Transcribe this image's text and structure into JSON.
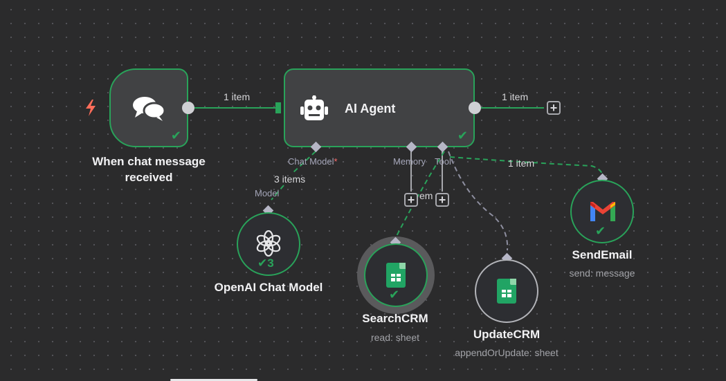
{
  "nodes": {
    "chat_trigger": {
      "title": "When chat message received",
      "icon": "chat-bubbles-icon",
      "trigger_icon": "lightning-icon"
    },
    "ai_agent": {
      "title": "AI Agent",
      "icon": "robot-icon",
      "ports": {
        "chat_model": "Chat Model",
        "chat_model_required": "*",
        "memory": "Memory",
        "tool": "Tool"
      }
    },
    "openai": {
      "title": "OpenAI Chat Model",
      "port_label": "Model",
      "run_count": "3",
      "icon": "openai-icon"
    },
    "search_crm": {
      "title": "SearchCRM",
      "subtitle": "read: sheet",
      "icon": "google-sheets-icon"
    },
    "update_crm": {
      "title": "UpdateCRM",
      "subtitle": "appendOrUpdate: sheet",
      "icon": "google-sheets-icon"
    },
    "send_email": {
      "title": "SendEmail",
      "subtitle": "send: message",
      "icon": "gmail-icon"
    }
  },
  "edges": {
    "trigger_to_agent": "1 item",
    "agent_output": "1 item",
    "model_to_agent": "3 items",
    "email_to_agent": "1 item",
    "search_partial": "em"
  },
  "colors": {
    "success": "#29a35a",
    "canvas": "#2b2b2c",
    "node": "#414244",
    "trigger": "#ff6d5a"
  }
}
